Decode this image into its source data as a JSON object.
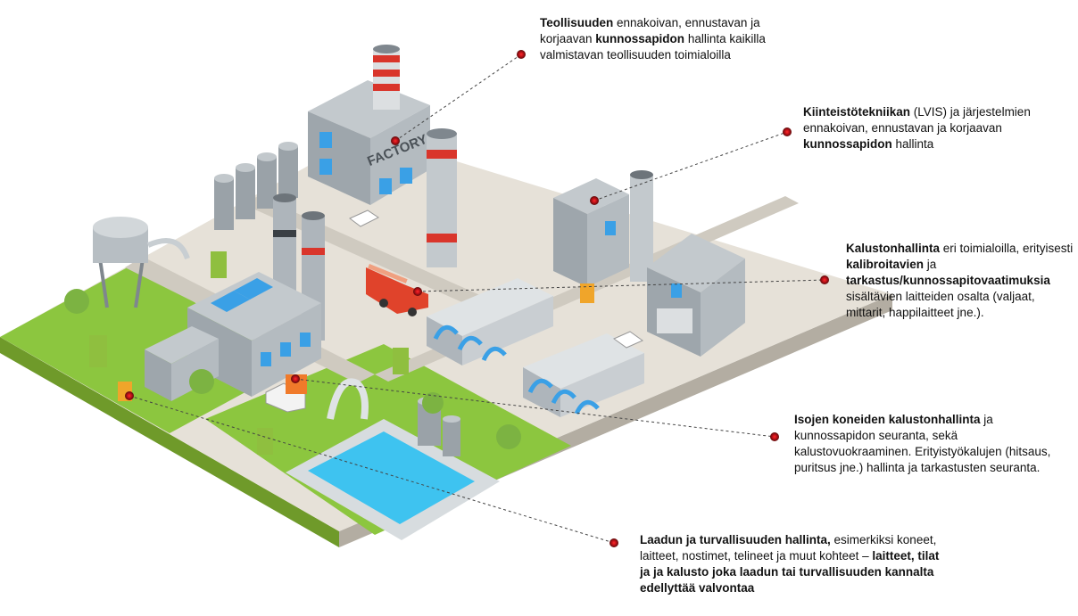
{
  "scene": {
    "factory_sign": "FACTORY",
    "colors": {
      "grass": "#8cc63f",
      "ground": "#e6e1d8",
      "road": "#c9c4ba",
      "building": "#aeb5bb",
      "building_dark": "#7f878e",
      "window": "#3aa0e6",
      "chimney_red": "#d9352b",
      "water": "#3ec3f0",
      "marker": "#e31b23",
      "truck": "#e0432b",
      "leader": "#444444"
    }
  },
  "callouts": [
    {
      "id": "industry",
      "parts": [
        {
          "t": "Teollisuuden",
          "b": true
        },
        {
          "t": " ennakoivan, ennustavan ja korjaavan ",
          "b": false
        },
        {
          "t": "kunnossapidon",
          "b": true
        },
        {
          "t": " hallinta kaikilla valmistavan teollisuuden toimialoilla",
          "b": false
        }
      ]
    },
    {
      "id": "property",
      "parts": [
        {
          "t": "Kiinteistötekniikan",
          "b": true
        },
        {
          "t": " (LVIS) ja järjestelmien ennakoivan, ennustavan ja korjaavan ",
          "b": false
        },
        {
          "t": "kunnossapidon",
          "b": true
        },
        {
          "t": " hallinta",
          "b": false
        }
      ]
    },
    {
      "id": "fleet",
      "parts": [
        {
          "t": "Kalustonhallinta",
          "b": true
        },
        {
          "t": " eri toimialoilla, erityisesti ",
          "b": false
        },
        {
          "t": "kalibroitavien",
          "b": true
        },
        {
          "t": " ja ",
          "b": false
        },
        {
          "t": "tarkastus/kunnossapitovaatimuksia",
          "b": true
        },
        {
          "t": " sisältävien laitteiden osalta (valjaat, mittarit, happilaitteet jne.).",
          "b": false
        }
      ]
    },
    {
      "id": "heavy",
      "parts": [
        {
          "t": "Isojen koneiden kalustonhallinta",
          "b": true
        },
        {
          "t": " ja kunnossapidon seuranta, sekä kalustovuokraaminen. Erityistyökalujen (hitsaus, puritsus jne.) hallinta ja tarkastusten seuranta.",
          "b": false
        }
      ]
    },
    {
      "id": "quality",
      "parts": [
        {
          "t": "Laadun ja turvallisuuden hallinta,",
          "b": true
        },
        {
          "t": " esimerkiksi koneet, laitteet, nostimet, telineet ja muut kohteet – ",
          "b": false
        },
        {
          "t": "laitteet, tilat ja ja kalusto joka laadun tai turvallisuuden kannalta edellyttää valvontaa",
          "b": true
        }
      ]
    }
  ]
}
